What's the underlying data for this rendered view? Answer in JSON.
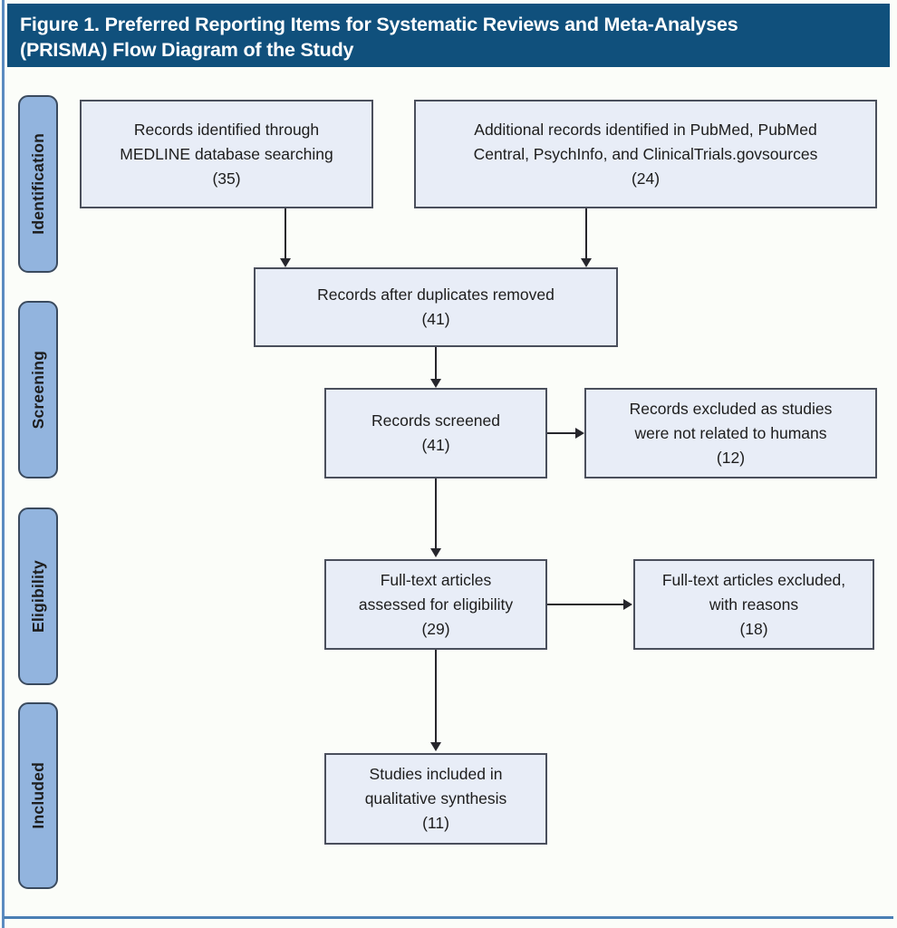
{
  "figure": {
    "header": {
      "title": "Figure 1. Preferred Reporting Items for Systematic Reviews and Meta-Analyses\n(PRISMA) Flow Diagram of the Study",
      "background_color": "#10507c",
      "text_color": "#ffffff"
    },
    "colors": {
      "header_bar": "#10507c",
      "stage_tab_fill": "#92b4de",
      "stage_tab_border": "#3a4a5e",
      "box_fill": "#e8edf7",
      "box_border": "#4a4f5c",
      "connector": "#26262c",
      "page_rule": "#4a7fb5",
      "page_background": "#fbfdf9"
    },
    "stages": [
      {
        "id": "identification",
        "label": "Identification"
      },
      {
        "id": "screening",
        "label": "Screening"
      },
      {
        "id": "eligibility",
        "label": "Eligibility"
      },
      {
        "id": "included",
        "label": "Included"
      }
    ],
    "boxes": [
      {
        "id": "records-identified-medline",
        "stage": "identification",
        "text": "Records identified through\nMEDLINE database searching\n(35)",
        "count": 35
      },
      {
        "id": "additional-records",
        "stage": "identification",
        "text": "Additional records identified in PubMed, PubMed\nCentral, PsychInfo, and ClinicalTrials.govsources\n(24)",
        "count": 24
      },
      {
        "id": "records-after-duplicates",
        "stage": "identification",
        "text": "Records after duplicates removed\n(41)",
        "count": 41
      },
      {
        "id": "records-screened",
        "stage": "screening",
        "text": "Records screened\n(41)",
        "count": 41
      },
      {
        "id": "records-excluded",
        "stage": "screening",
        "text": "Records excluded as studies\nwere not related to humans\n(12)",
        "count": 12
      },
      {
        "id": "full-text-assessed",
        "stage": "eligibility",
        "text": "Full-text articles\nassessed for eligibility\n(29)",
        "count": 29
      },
      {
        "id": "full-text-excluded",
        "stage": "eligibility",
        "text": "Full-text articles excluded,\nwith reasons\n(18)",
        "count": 18
      },
      {
        "id": "studies-included",
        "stage": "included",
        "text": "Studies included in\nqualitative synthesis\n(11)",
        "count": 11
      }
    ]
  }
}
